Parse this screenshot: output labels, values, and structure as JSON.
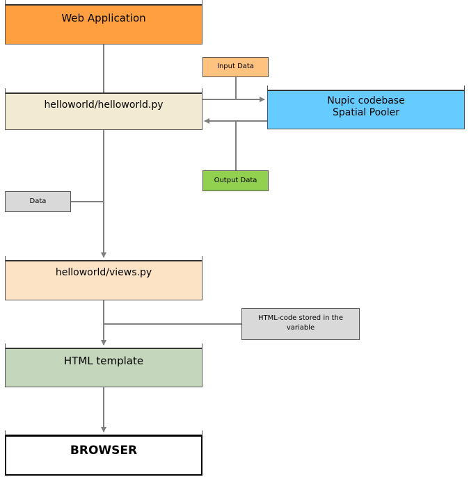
{
  "colors": {
    "web_app": "#ff9f40",
    "helloworld_py": "#f2ead2",
    "nupic": "#66ccff",
    "input_data": "#ffc27f",
    "output_data": "#92d050",
    "data": "#d9d9d9",
    "views_py": "#fde3c5",
    "html_code": "#d9d9d9",
    "html_template": "#c4d6bb",
    "browser": "#ffffff",
    "line": "#7f7f7f"
  },
  "nodes": {
    "web_app": {
      "label": "Web Application"
    },
    "helloworld_py": {
      "label": "helloworld/helloworld.py"
    },
    "input_data": {
      "label": "Input Data"
    },
    "nupic": {
      "line1": "Nupic codebase",
      "line2": "Spatial Pooler"
    },
    "output_data": {
      "label": "Output Data"
    },
    "data": {
      "label": "Data"
    },
    "views_py": {
      "label": "helloworld/views.py"
    },
    "html_code": {
      "line1": "HTML-code stored in the",
      "line2": "variable"
    },
    "html_template": {
      "label": "HTML template"
    },
    "browser": {
      "label": "BROWSER"
    }
  }
}
